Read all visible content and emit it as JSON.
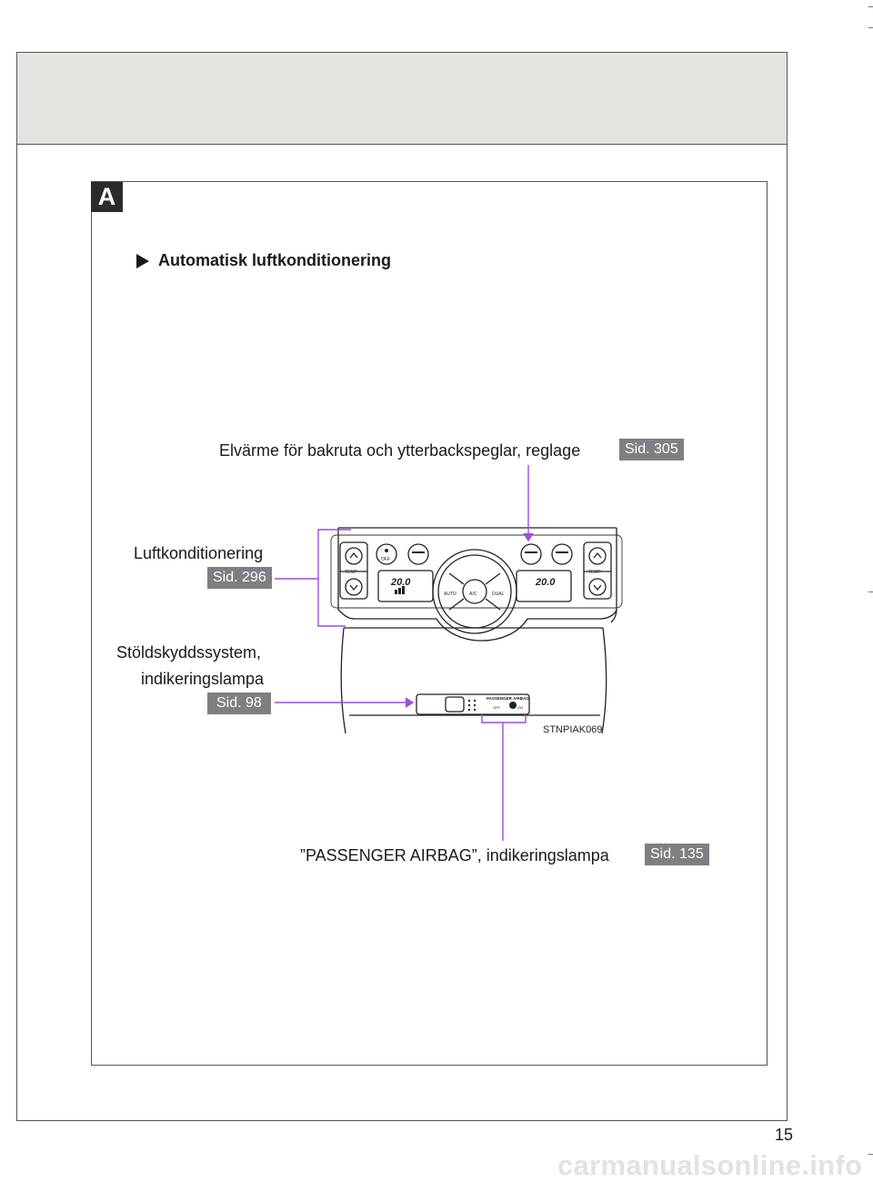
{
  "section": {
    "badge": "A",
    "heading": "Automatisk luftkonditionering"
  },
  "callouts": [
    {
      "id": "rear-defogger",
      "text": "Elvärme för bakruta och ytterbackspeglar, reglage",
      "page": "Sid. 305"
    },
    {
      "id": "air-conditioning",
      "text": "Luftkonditionering",
      "page": "Sid. 296"
    },
    {
      "id": "theft-deterrent",
      "line1": "Stöldskyddssystem,",
      "line2": "indikeringslampa",
      "page": "Sid. 98"
    },
    {
      "id": "passenger-airbag",
      "text": "”PASSENGER AIRBAG”, indikeringslampa",
      "page": "Sid. 135"
    }
  ],
  "figure": {
    "code": "STNPIAK069",
    "panel_labels": {
      "temp_left": "TEMP",
      "temp_right": "TEMP",
      "off": "OFF",
      "auto": "AUTO",
      "ac": "A/C",
      "dual": "DUAL",
      "temp_display_left": "20.0",
      "temp_display_right": "20.0",
      "passenger_airbag": "PASSENGER  AIRBAG",
      "passenger_off": "OFF",
      "passenger_on": "ON"
    }
  },
  "colors": {
    "accent_line": "#9b4fd6",
    "tag_bg": "#7d7f82",
    "header_band": "#e3e4df"
  },
  "page_number": "15",
  "watermark": "carmanualsonline.info"
}
